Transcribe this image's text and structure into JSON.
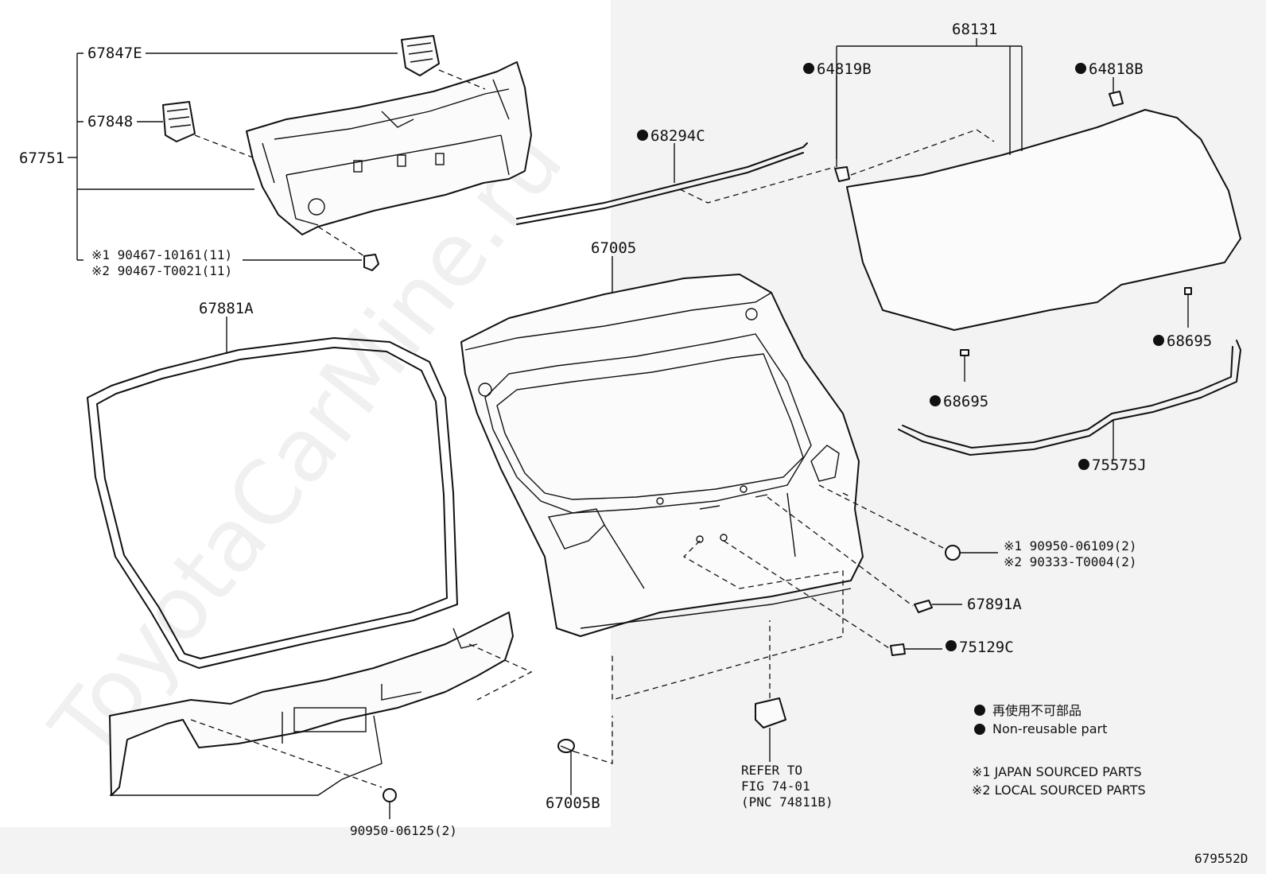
{
  "watermark": "ToyotaCarMine.ru",
  "figure_code": "679552D",
  "callouts": {
    "c67847E": "67847E",
    "c67848": "67848",
    "c67751": "67751",
    "c90467a": "※1 90467-10161(11)",
    "c90467b": "※2 90467-T0021(11)",
    "c67881A": "67881A",
    "c67005": "67005",
    "c68294C": "68294C",
    "c68131": "68131",
    "c64819B": "64819B",
    "c64818B": "64818B",
    "c68695a": "68695",
    "c68695b": "68695",
    "c75575J": "75575J",
    "c90950a": "※1 90950-06109(2)",
    "c90333": "※2 90333-T0004(2)",
    "c67891A": "67891A",
    "c75129C": "75129C",
    "c67005B": "67005B",
    "c90950b": "90950-06125(2)",
    "refer1": "REFER TO",
    "refer2": "FIG 74-01",
    "refer3": "(PNC 74811B)"
  },
  "legend": {
    "jp_nonreusable": "再使用不可部品",
    "en_nonreusable": "Non-reusable part",
    "japan_sourced": "※1 JAPAN SOURCED PARTS",
    "local_sourced": "※2 LOCAL SOURCED PARTS"
  },
  "colors": {
    "ink": "#111111",
    "panel_shade": "#f3f3f3",
    "paper": "#ffffff"
  }
}
